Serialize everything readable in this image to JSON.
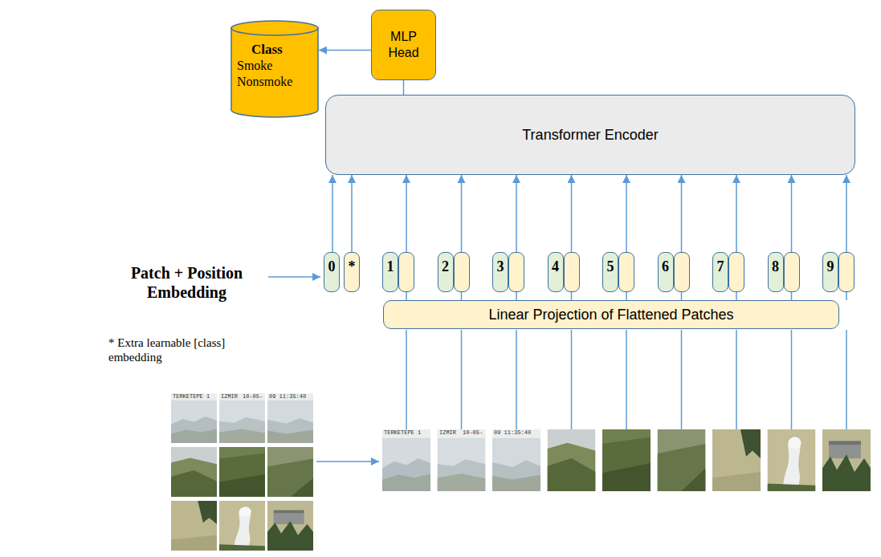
{
  "diagram": {
    "nodes": [
      {
        "text": [
          "Class",
          "Smoke",
          "Nonsmoke"
        ]
      },
      {
        "text": [
          "MLP Head"
        ]
      },
      {
        "text": [
          "Transformer Encoder"
        ]
      },
      {
        "text": [
          "0"
        ]
      },
      {
        "text": [
          "*"
        ]
      },
      {
        "text": [
          "1"
        ]
      },
      {
        "text": [
          "2"
        ]
      },
      {
        "text": [
          "3"
        ]
      },
      {
        "text": [
          "4"
        ]
      },
      {
        "text": [
          "5"
        ]
      },
      {
        "text": [
          "6"
        ]
      },
      {
        "text": [
          "7"
        ]
      },
      {
        "text": [
          "8"
        ]
      },
      {
        "text": [
          "9"
        ]
      },
      {
        "text": [
          "Linear Projection of Flattened Patches"
        ]
      }
    ],
    "edges": [
      {
        "from": 1,
        "to": 0,
        "arrow": "to"
      },
      {
        "from": 2,
        "to": 1,
        "arrow": "none"
      },
      {
        "from": 3,
        "to": 2,
        "arrow": "to"
      },
      {
        "from": 4,
        "to": 2,
        "arrow": "to"
      },
      {
        "from": 5,
        "to": 2,
        "arrow": "to"
      },
      {
        "from": 6,
        "to": 2,
        "arrow": "to"
      },
      {
        "from": 7,
        "to": 2,
        "arrow": "to"
      },
      {
        "from": 8,
        "to": 2,
        "arrow": "to"
      },
      {
        "from": 9,
        "to": 2,
        "arrow": "to"
      },
      {
        "from": 10,
        "to": 2,
        "arrow": "to"
      },
      {
        "from": 11,
        "to": 2,
        "arrow": "to"
      },
      {
        "from": 12,
        "to": 2,
        "arrow": "to"
      },
      {
        "from": 13,
        "to": 2,
        "arrow": "to"
      },
      {
        "from": 14,
        "to": 5,
        "arrow": "none"
      },
      {
        "from": 14,
        "to": 6,
        "arrow": "none"
      },
      {
        "from": 14,
        "to": 7,
        "arrow": "none"
      },
      {
        "from": 14,
        "to": 8,
        "arrow": "none"
      },
      {
        "from": 14,
        "to": 9,
        "arrow": "none"
      },
      {
        "from": 14,
        "to": 10,
        "arrow": "none"
      },
      {
        "from": 14,
        "to": 11,
        "arrow": "none"
      },
      {
        "from": 14,
        "to": 12,
        "arrow": "none"
      },
      {
        "from": 14,
        "to": 13,
        "arrow": "none"
      }
    ],
    "labels": [
      "Patch + Position Embedding",
      "* Extra learnable [class] embedding",
      "TERKETEPE 1",
      "IZMIR",
      "10-05-",
      "09 11:35:40",
      "TERKETEPE 1",
      "IZMIR",
      "10-05-",
      "09 11:35:40"
    ]
  }
}
